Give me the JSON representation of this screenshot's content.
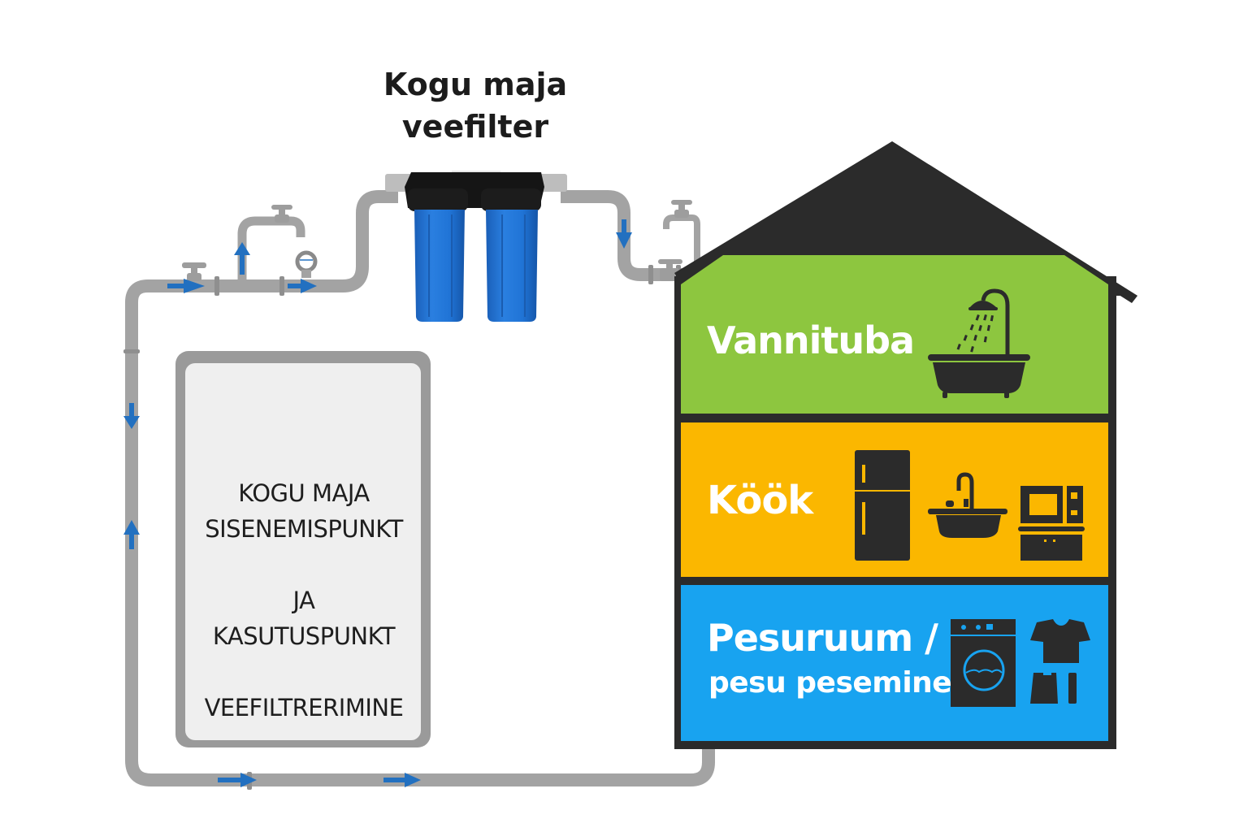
{
  "title": {
    "line1": "Kogu maja",
    "line2": "veefilter"
  },
  "entry_box": {
    "line1": "KOGU MAJA",
    "line2": "SISENEMISPUNKT",
    "line3": "JA",
    "line4": "KASUTUSPUNKT",
    "line5": "VEEFILTRERIMINE"
  },
  "house": {
    "rooms": [
      {
        "label": "Vannituba",
        "color": "#8dc63f",
        "icons": [
          "bathtub-shower-icon"
        ]
      },
      {
        "label": "Köök",
        "color": "#fbb700",
        "icons": [
          "refrigerator-icon",
          "kitchen-sink-icon",
          "microwave-oven-icon"
        ]
      },
      {
        "label_line1": "Pesuruum /",
        "label_line2": "pesu pesemine",
        "color": "#18a3f0",
        "icons": [
          "washing-machine-icon",
          "clothes-icon"
        ]
      }
    ],
    "roof_color": "#2b2b2b"
  },
  "colors": {
    "pipe": "#a3a3a3",
    "flow_arrow": "#2270c0",
    "filter_housing": "#1f6fd0",
    "filter_head": "#151515",
    "entry_box_border": "#9a9a9a",
    "entry_box_fill": "#efefef"
  },
  "diagram_elements": [
    "shutoff-valve",
    "spigot-tap",
    "pressure-gauge",
    "dual-cartridge-filter",
    "outdoor-tap",
    "inlet-valve"
  ]
}
